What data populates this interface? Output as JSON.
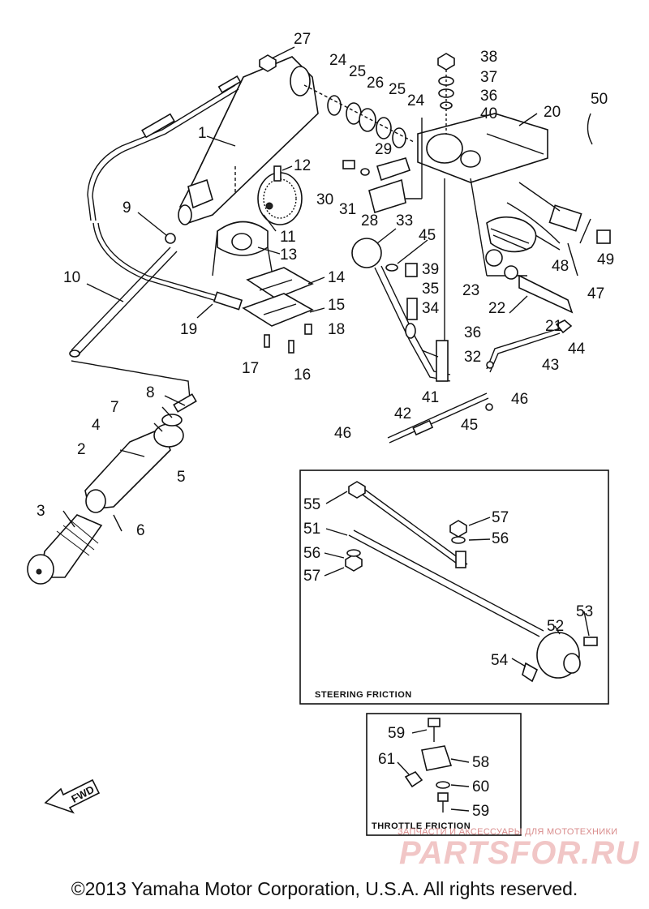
{
  "callouts": [
    "1",
    "2",
    "3",
    "4",
    "5",
    "6",
    "7",
    "8",
    "9",
    "10",
    "11",
    "12",
    "13",
    "14",
    "15",
    "16",
    "17",
    "18",
    "19",
    "20",
    "21",
    "22",
    "23",
    "24",
    "25",
    "26",
    "27",
    "28",
    "29",
    "30",
    "31",
    "32",
    "33",
    "34",
    "35",
    "36",
    "37",
    "38",
    "39",
    "40",
    "41",
    "42",
    "43",
    "44",
    "45",
    "46",
    "47",
    "48",
    "49",
    "50",
    "51",
    "52",
    "53",
    "54",
    "55",
    "56",
    "57",
    "58",
    "59",
    "60",
    "61"
  ],
  "labels": {
    "n1": "1",
    "n2": "2",
    "n3": "3",
    "n4": "4",
    "n5": "5",
    "n6": "6",
    "n7": "7",
    "n8": "8",
    "n9": "9",
    "n10": "10",
    "n11": "11",
    "n12": "12",
    "n13": "13",
    "n14": "14",
    "n15": "15",
    "n16": "16",
    "n17": "17",
    "n18": "18",
    "n19": "19",
    "n20": "20",
    "n21": "21",
    "n22": "22",
    "n23": "23",
    "n24a": "24",
    "n24b": "24",
    "n25a": "25",
    "n25b": "25",
    "n26": "26",
    "n27": "27",
    "n28": "28",
    "n29": "29",
    "n30": "30",
    "n31": "31",
    "n32": "32",
    "n33": "33",
    "n34": "34",
    "n35": "35",
    "n36a": "36",
    "n36b": "36",
    "n37": "37",
    "n38": "38",
    "n39": "39",
    "n40": "40",
    "n41": "41",
    "n42": "42",
    "n43": "43",
    "n44": "44",
    "n45a": "45",
    "n45b": "45",
    "n46a": "46",
    "n46b": "46",
    "n47": "47",
    "n48": "48",
    "n49": "49",
    "n50": "50",
    "n51": "51",
    "n52": "52",
    "n53": "53",
    "n54": "54",
    "n55": "55",
    "n56a": "56",
    "n56b": "56",
    "n57a": "57",
    "n57b": "57",
    "n58": "58",
    "n59a": "59",
    "n59b": "59",
    "n60": "60",
    "n61": "61"
  },
  "boxes": {
    "steering_title": "STEERING FRICTION",
    "throttle_title": "THROTTLE FRICTION"
  },
  "fwd_label": "FWD",
  "copyright": "©2013 Yamaha Motor Corporation, U.S.A. All rights reserved.",
  "watermark": {
    "subtitle": "ЗАПЧАСТИ И АКСЕССУАРЫ ДЛЯ МОТОТЕХНИКИ",
    "logo": "PARTSFOR.RU"
  },
  "colors": {
    "line": "#111111",
    "watermark_logo": "#f1c6c6",
    "watermark_text": "#d98c8c"
  }
}
